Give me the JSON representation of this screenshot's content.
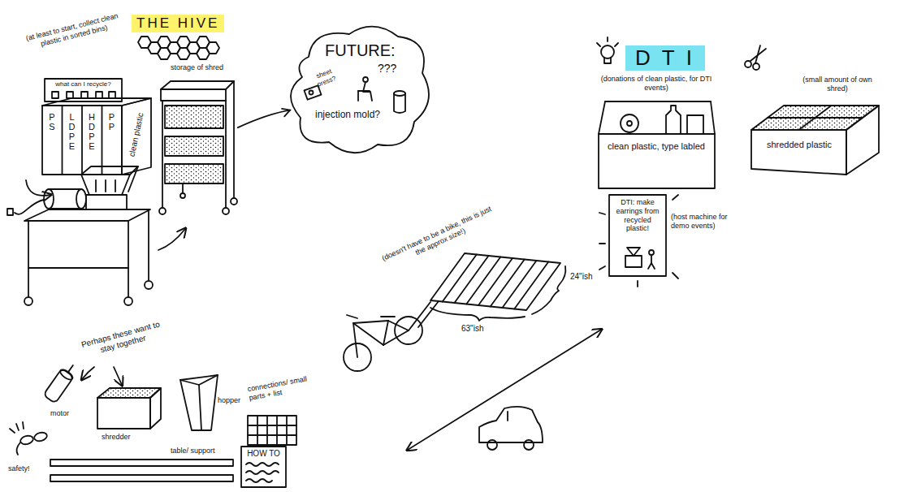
{
  "diagram": {
    "nodes": [
      {
        "text": [
          "what can I recycle?"
        ]
      },
      {
        "text": [
          "PS"
        ]
      },
      {
        "text": [
          "LDPE"
        ]
      },
      {
        "text": [
          "HDPE"
        ]
      },
      {
        "text": [
          "PP"
        ]
      },
      {
        "text": [
          "storage of shred"
        ]
      },
      {
        "text": [
          "FUTURE:",
          "???",
          "sheet press?",
          "injection mold?"
        ]
      },
      {
        "text": [
          "(donations of clean plastic, for DTI events)",
          "clean plastic, type labled"
        ]
      },
      {
        "text": [
          "(small amount of own shred)",
          "shredded plastic"
        ]
      },
      {
        "text": [
          "DTI: make earrings from recycled plastic!"
        ]
      },
      {
        "text": [
          "HOW TO"
        ]
      }
    ],
    "edges": [
      {
        "from": 5,
        "to": 6,
        "arrow": "to"
      }
    ],
    "labels": [
      "THE HIVE",
      "(at least to start, collect clean plastic in sorted bins)",
      "clean plastic",
      "DTI",
      "(host machine for demo events)",
      "(doesn't have to be a bike, this is just the approx size!)",
      "24\"ish",
      "63\"ish",
      "Perhaps these want to stay together",
      "motor",
      "shredder",
      "hopper",
      "connections/ small parts + list",
      "table/ support",
      "safety!"
    ]
  }
}
